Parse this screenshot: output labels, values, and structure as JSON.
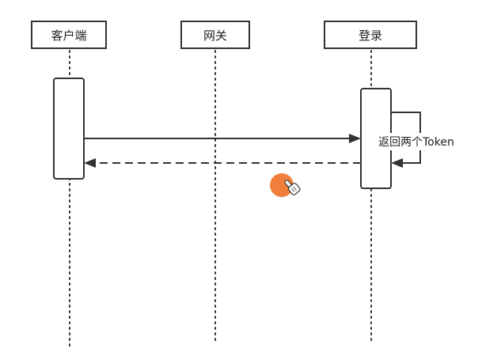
{
  "diagram": {
    "participants": [
      {
        "id": "client",
        "label": "客户端"
      },
      {
        "id": "gateway",
        "label": "网关"
      },
      {
        "id": "login",
        "label": "登录"
      }
    ],
    "messages": [
      {
        "from": "client",
        "to": "login",
        "style": "solid",
        "label": ""
      },
      {
        "from": "login",
        "to": "login",
        "style": "self",
        "label": "返回两个Token"
      },
      {
        "from": "login",
        "to": "client",
        "style": "dashed",
        "label": ""
      }
    ]
  },
  "cursor": {
    "icon": "pointer-hand-icon",
    "highlight_color": "#f07f3c"
  }
}
